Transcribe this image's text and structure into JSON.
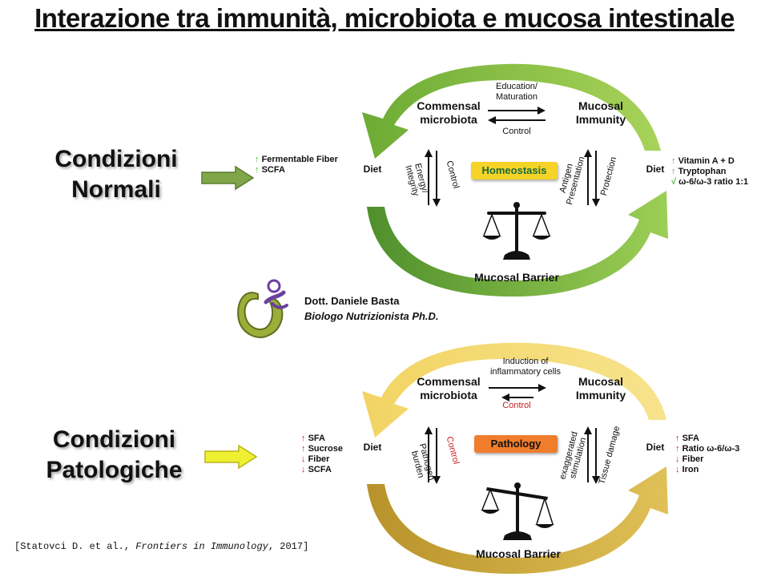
{
  "title": "Interazione tra immunità, microbiota e mucosa intestinale",
  "conditions": {
    "normal": [
      "Condizioni",
      "Normali"
    ],
    "pathological": [
      "Condizioni",
      "Patologiche"
    ]
  },
  "author": {
    "name": "Dott. Daniele Basta",
    "role": "Biologo Nutrizionista Ph.D."
  },
  "citation": {
    "prefix": "[Statovci D. et al., ",
    "journal": "Frontiers in Immunology",
    "suffix": ", 2017]"
  },
  "homeostasis": {
    "commensal": [
      "Commensal",
      "microbiota"
    ],
    "immunity": [
      "Mucosal",
      "Immunity"
    ],
    "barrier": "Mucosal Barrier",
    "top_arrow_label": [
      "Education/",
      "Maturation"
    ],
    "bottom_arrow_label": "Control",
    "left_diet": "Diet",
    "right_diet": "Diet",
    "left_list": [
      {
        "arrow": "↑",
        "text": "Fermentable Fiber"
      },
      {
        "arrow": "↑",
        "text": "SCFA"
      }
    ],
    "right_list": [
      {
        "arrow": "↑",
        "text": "Vitamin A + D"
      },
      {
        "arrow": "↑",
        "text": "Tryptophan"
      },
      {
        "arrow": "√",
        "text": "ω-6/ω-3 ratio 1:1"
      }
    ],
    "left_axis": {
      "a": "Energy/",
      "b": "Integrity",
      "c": "Control"
    },
    "right_axis": {
      "a": "Antigen",
      "b": "Presentation",
      "c": "Protection"
    },
    "state": "Homeostasis",
    "colors": {
      "arc": "#7cbf3f",
      "state_bg": "#f5d327",
      "state_text": "#1a6b3a"
    }
  },
  "pathology": {
    "commensal": [
      "Commensal",
      "microbiota"
    ],
    "immunity": [
      "Mucosal",
      "Immunity"
    ],
    "barrier": "Mucosal Barrier",
    "top_arrow_label": [
      "Induction of",
      "inflammatory cells"
    ],
    "bottom_arrow_label": "Control",
    "left_diet": "Diet",
    "right_diet": "Diet",
    "left_list": [
      {
        "arrow": "↑",
        "text": "SFA"
      },
      {
        "arrow": "↑",
        "text": "Sucrose"
      },
      {
        "arrow": "↓",
        "text": "Fiber"
      },
      {
        "arrow": "↓",
        "text": "SCFA"
      }
    ],
    "right_list": [
      {
        "arrow": "↑",
        "text": "SFA"
      },
      {
        "arrow": "↑",
        "text": "Ratio ω-6/ω-3"
      },
      {
        "arrow": "↓",
        "text": "Fiber"
      },
      {
        "arrow": "↓",
        "text": "Iron"
      }
    ],
    "left_axis": {
      "a": "Pathogen",
      "b": "burden",
      "c": "Control"
    },
    "right_axis": {
      "a": "exaggerated",
      "b": "stimulation",
      "c": "Tissue damage"
    },
    "state": "Pathology",
    "colors": {
      "arc": "#d8b13a",
      "state_bg": "#ef7d2c",
      "state_text": "#111111"
    }
  },
  "colors": {
    "normal_arrow": "#7fa74a",
    "patho_arrow": "#f0f032",
    "up_green": "#4fb33d",
    "red": "#d62020"
  }
}
